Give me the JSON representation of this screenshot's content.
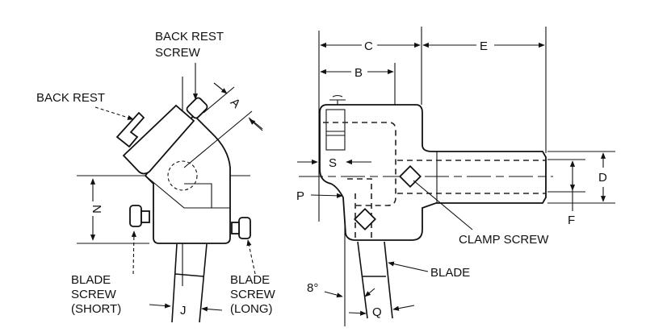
{
  "left_view": {
    "back_rest_screw": [
      "BACK REST",
      "SCREW"
    ],
    "back_rest": "BACK REST",
    "dim_a": "A",
    "dim_n": "N",
    "dim_j": "J",
    "blade_screw_short": [
      "BLADE",
      "SCREW",
      "(SHORT)"
    ],
    "blade_screw_long": [
      "BLADE",
      "SCREW",
      "(LONG)"
    ]
  },
  "right_view": {
    "dim_c": "C",
    "dim_b": "B",
    "dim_e": "E",
    "dim_s": "S",
    "dim_d": "D",
    "dim_p": "P",
    "dim_f": "F",
    "dim_q": "Q",
    "angle": "8°",
    "clamp_screw": "CLAMP SCREW",
    "blade": "BLADE"
  }
}
